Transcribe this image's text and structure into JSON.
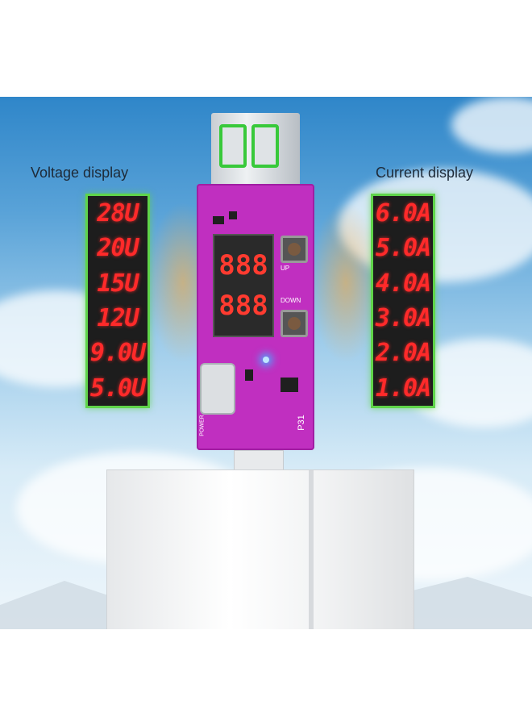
{
  "labels": {
    "voltage": "Voltage display",
    "current": "Current display"
  },
  "voltage_readings": [
    "28U",
    "20U",
    "15U",
    "12U",
    "9.0U",
    "5.0U"
  ],
  "current_readings": [
    "6.0A",
    "5.0A",
    "4.0A",
    "3.0A",
    "2.0A",
    "1.0A"
  ],
  "device": {
    "display_digits": [
      "888",
      "888"
    ],
    "model": "P31",
    "power_label": "POWER",
    "up_label": "UP",
    "down_label": "DOWN"
  },
  "colors": {
    "segment_red": "#ff2a2a",
    "panel_border": "#5fd44a",
    "board_magenta": "#c02fc0"
  }
}
